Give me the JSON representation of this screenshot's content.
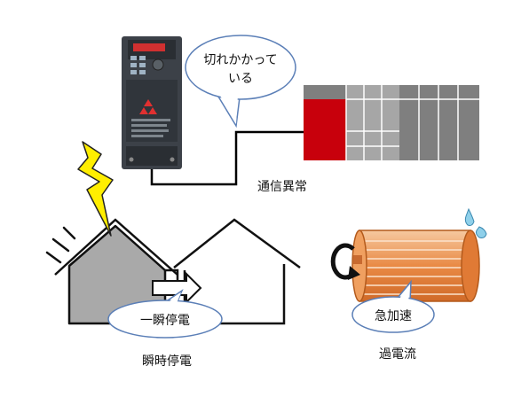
{
  "callouts": {
    "cable_line1": "切れかかって",
    "cable_line2": "いる",
    "momentary": "一瞬停電",
    "accel": "急加速"
  },
  "labels": {
    "comm_error": "通信異常",
    "momentary_outage": "瞬時停電",
    "overcurrent": "過電流"
  },
  "colors": {
    "inverter_body": "#3c4148",
    "plc_red": "#c8000c",
    "plc_gray": "#a6a6a6",
    "plc_dark": "#7f7f7f",
    "house_fill": "#a9a9a9",
    "lightning": "#ffee00",
    "callout_border": "#5b7fb7",
    "motor_orange": "#f0a060"
  },
  "icons": {
    "inverter": "inverter-device-icon",
    "plc": "plc-rack-icon",
    "lightning": "lightning-bolt-icon",
    "motor": "motor-icon",
    "rotation": "rotation-arrow-icon"
  }
}
